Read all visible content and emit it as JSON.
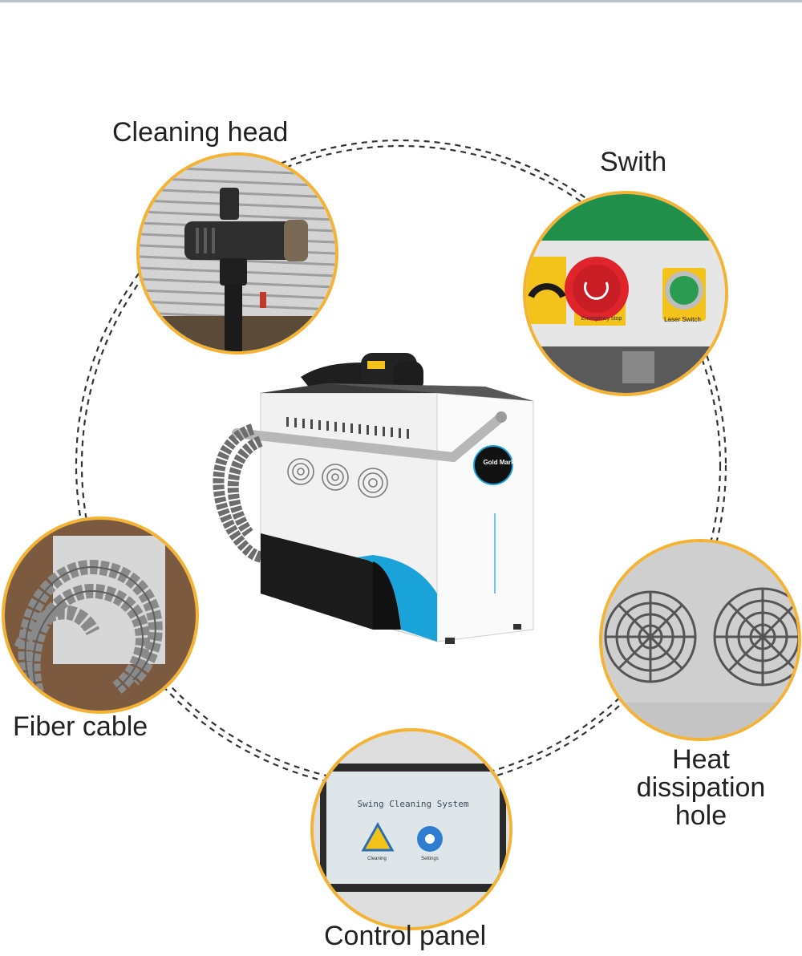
{
  "labels": {
    "cleaning_head": "Cleaning head",
    "switch": "Swith",
    "fiber_cable": "Fiber cable",
    "heat": [
      "Heat",
      "dissipation",
      "hole"
    ],
    "control_panel": "Control panel"
  },
  "device": {
    "brand": "Gold Mark",
    "emergency_stop_label": "Emergency stop",
    "laser_switch_label": "Laser Switch"
  },
  "screen": {
    "title": "Swing Cleaning System",
    "cleaning_label": "Cleaning",
    "settings_label": "Settings"
  },
  "colors": {
    "accent_ring": "#f5b335",
    "accent_blue": "#1aa3d8",
    "emergency_red": "#e0242c",
    "switch_green": "#2a9c52"
  }
}
